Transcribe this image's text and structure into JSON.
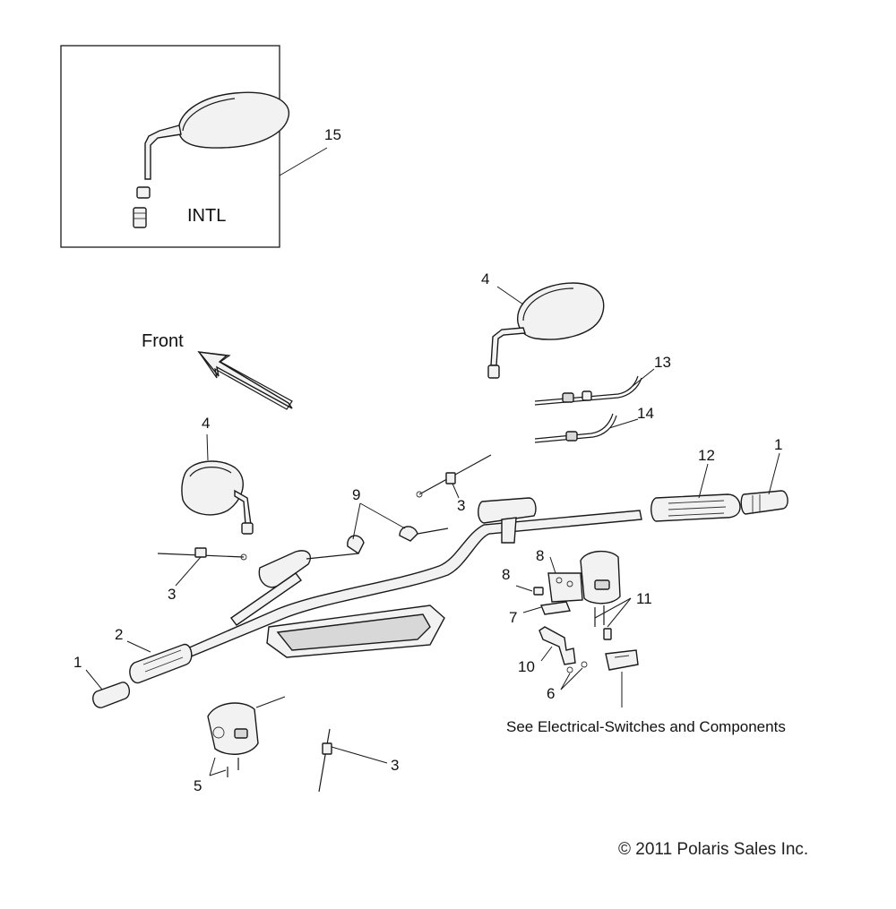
{
  "inset": {
    "label": "INTL",
    "callout": "15"
  },
  "front_label": "Front",
  "callouts": {
    "c1_left": "1",
    "c1_right": "1",
    "c2": "2",
    "c3_top": "3",
    "c3_left": "3",
    "c3_bottom": "3",
    "c4_top": "4",
    "c4_left": "4",
    "c5": "5",
    "c6": "6",
    "c7": "7",
    "c8_top": "8",
    "c8_left": "8",
    "c9": "9",
    "c10": "10",
    "c11": "11",
    "c12": "12",
    "c13": "13",
    "c14": "14"
  },
  "note": "See Electrical-Switches and Components",
  "copyright": "© 2011 Polaris Sales Inc."
}
